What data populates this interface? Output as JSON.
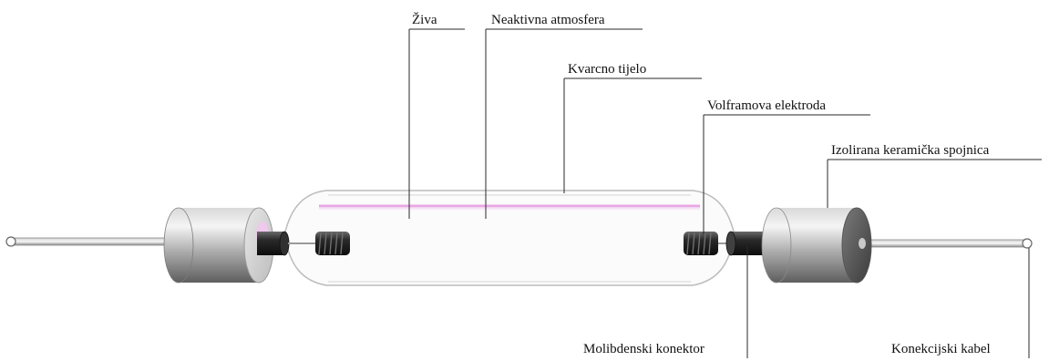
{
  "labels": {
    "mercury": "Živa",
    "inert_atmosphere": "Neaktivna atmosfera",
    "quartz_body": "Kvarcno tijelo",
    "tungsten_electrode": "Volframova elektroda",
    "ceramic_connector": "Izolirana keramička spojnica",
    "molybdenum_connector": "Molibdenski konektor",
    "connection_cable": "Konekcijski kabel"
  }
}
